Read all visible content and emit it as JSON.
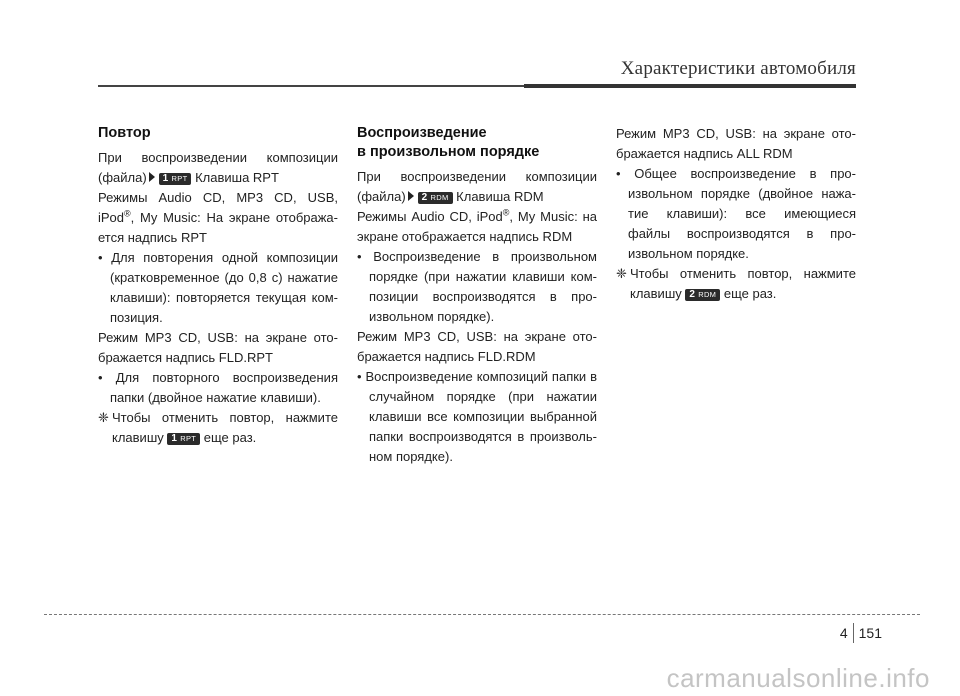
{
  "header": {
    "title": "Характеристики автомобиля"
  },
  "col1": {
    "heading": "Повтор",
    "p1_pre": "При воспроизведении композиции (файла)",
    "p1_key_num": "1",
    "p1_key_label": "RPT",
    "p1_post": "Клавиша RPT",
    "p2_pre": "Режимы Audio CD, MP3 CD, USB, iPod",
    "p2_reg": "®",
    "p2_post": ", My Music: На экране отобража-ется надпись RPT",
    "b1": "• Для повторения одной композиции (кратковременное (до 0,8 с) нажатие клавиши): повторяется текущая ком-позиция.",
    "p3": "Режим MP3 CD, USB: на экране ото-бражается надпись FLD.RPT",
    "b2": "• Для повторного воспроизведения папки (двойное нажатие клавиши).",
    "note_mark": "❈",
    "note_pre": "Чтобы отменить повтор, нажмите клавишу",
    "note_key_num": "1",
    "note_key_label": "RPT",
    "note_post": "еще раз."
  },
  "col2": {
    "heading_line1": "Воспроизведение",
    "heading_line2": "в произвольном порядке",
    "p1_pre": "При воспроизведении композиции (файла)",
    "p1_key_num": "2",
    "p1_key_label": "RDM",
    "p1_post": "Клавиша RDM",
    "p2_pre": "Режимы Audio CD, iPod",
    "p2_reg": "®",
    "p2_post": ", My Music: на экране отображается надпись RDM",
    "b1": "• Воспроизведение в произвольном порядке (при нажатии клавиши ком-позиции воспроизводятся в про-извольном порядке).",
    "p3": "Режим MP3 CD, USB: на экране ото-бражается надпись FLD.RDM",
    "b2": "• Воспроизведение композиций папки в случайном порядке (при нажатии клавиши все композиции выбранной папки воспроизводятся в произволь-ном порядке)."
  },
  "col3": {
    "p1": "Режим MP3 CD, USB: на экране ото-бражается надпись ALL RDM",
    "b1": "• Общее воспроизведение в про-извольном порядке (двойное нажа-тие клавиши): все имеющиеся файлы воспроизводятся в про-извольном порядке.",
    "note_mark": "❈",
    "note_pre": "Чтобы отменить повтор, нажмите клавишу",
    "note_key_num": "2",
    "note_key_label": "RDM",
    "note_post": "еще раз."
  },
  "footer": {
    "chapter": "4",
    "page": "151"
  },
  "watermark": "carmanualsonline.info"
}
